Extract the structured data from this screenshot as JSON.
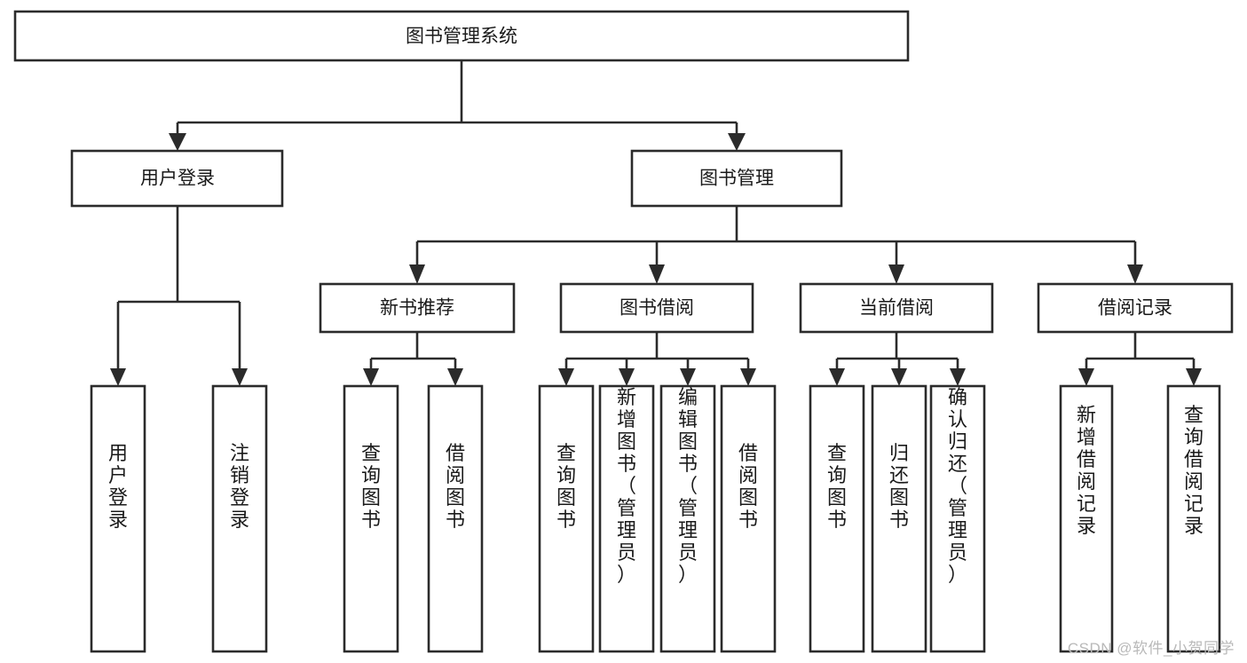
{
  "diagram": {
    "type": "tree",
    "title": "图书管理系统",
    "watermark": "CSDN @软件_小贺同学",
    "colors": {
      "stroke": "#2b2b2b",
      "fill": "#ffffff",
      "text": "#1a1a1a",
      "watermark": "#b9b9b9"
    },
    "root": {
      "label": "图书管理系统"
    },
    "level1": [
      {
        "label": "用户登录"
      },
      {
        "label": "图书管理"
      }
    ],
    "level2": [
      {
        "label": "新书推荐"
      },
      {
        "label": "图书借阅"
      },
      {
        "label": "当前借阅"
      },
      {
        "label": "借阅记录"
      }
    ],
    "leaves": [
      {
        "label": "用户登录",
        "parent": "用户登录"
      },
      {
        "label": "注销登录",
        "parent": "用户登录"
      },
      {
        "label": "查询图书",
        "parent": "新书推荐"
      },
      {
        "label": "借阅图书",
        "parent": "新书推荐"
      },
      {
        "label": "查询图书",
        "parent": "图书借阅"
      },
      {
        "label": "新增图书（管理员）",
        "parent": "图书借阅"
      },
      {
        "label": "编辑图书（管理员）",
        "parent": "图书借阅"
      },
      {
        "label": "借阅图书",
        "parent": "图书借阅"
      },
      {
        "label": "查询图书",
        "parent": "当前借阅"
      },
      {
        "label": "归还图书",
        "parent": "当前借阅"
      },
      {
        "label": "确认归还（管理员）",
        "parent": "当前借阅"
      },
      {
        "label": "新增借阅记录",
        "parent": "借阅记录"
      },
      {
        "label": "查询借阅记录",
        "parent": "借阅记录"
      }
    ]
  }
}
